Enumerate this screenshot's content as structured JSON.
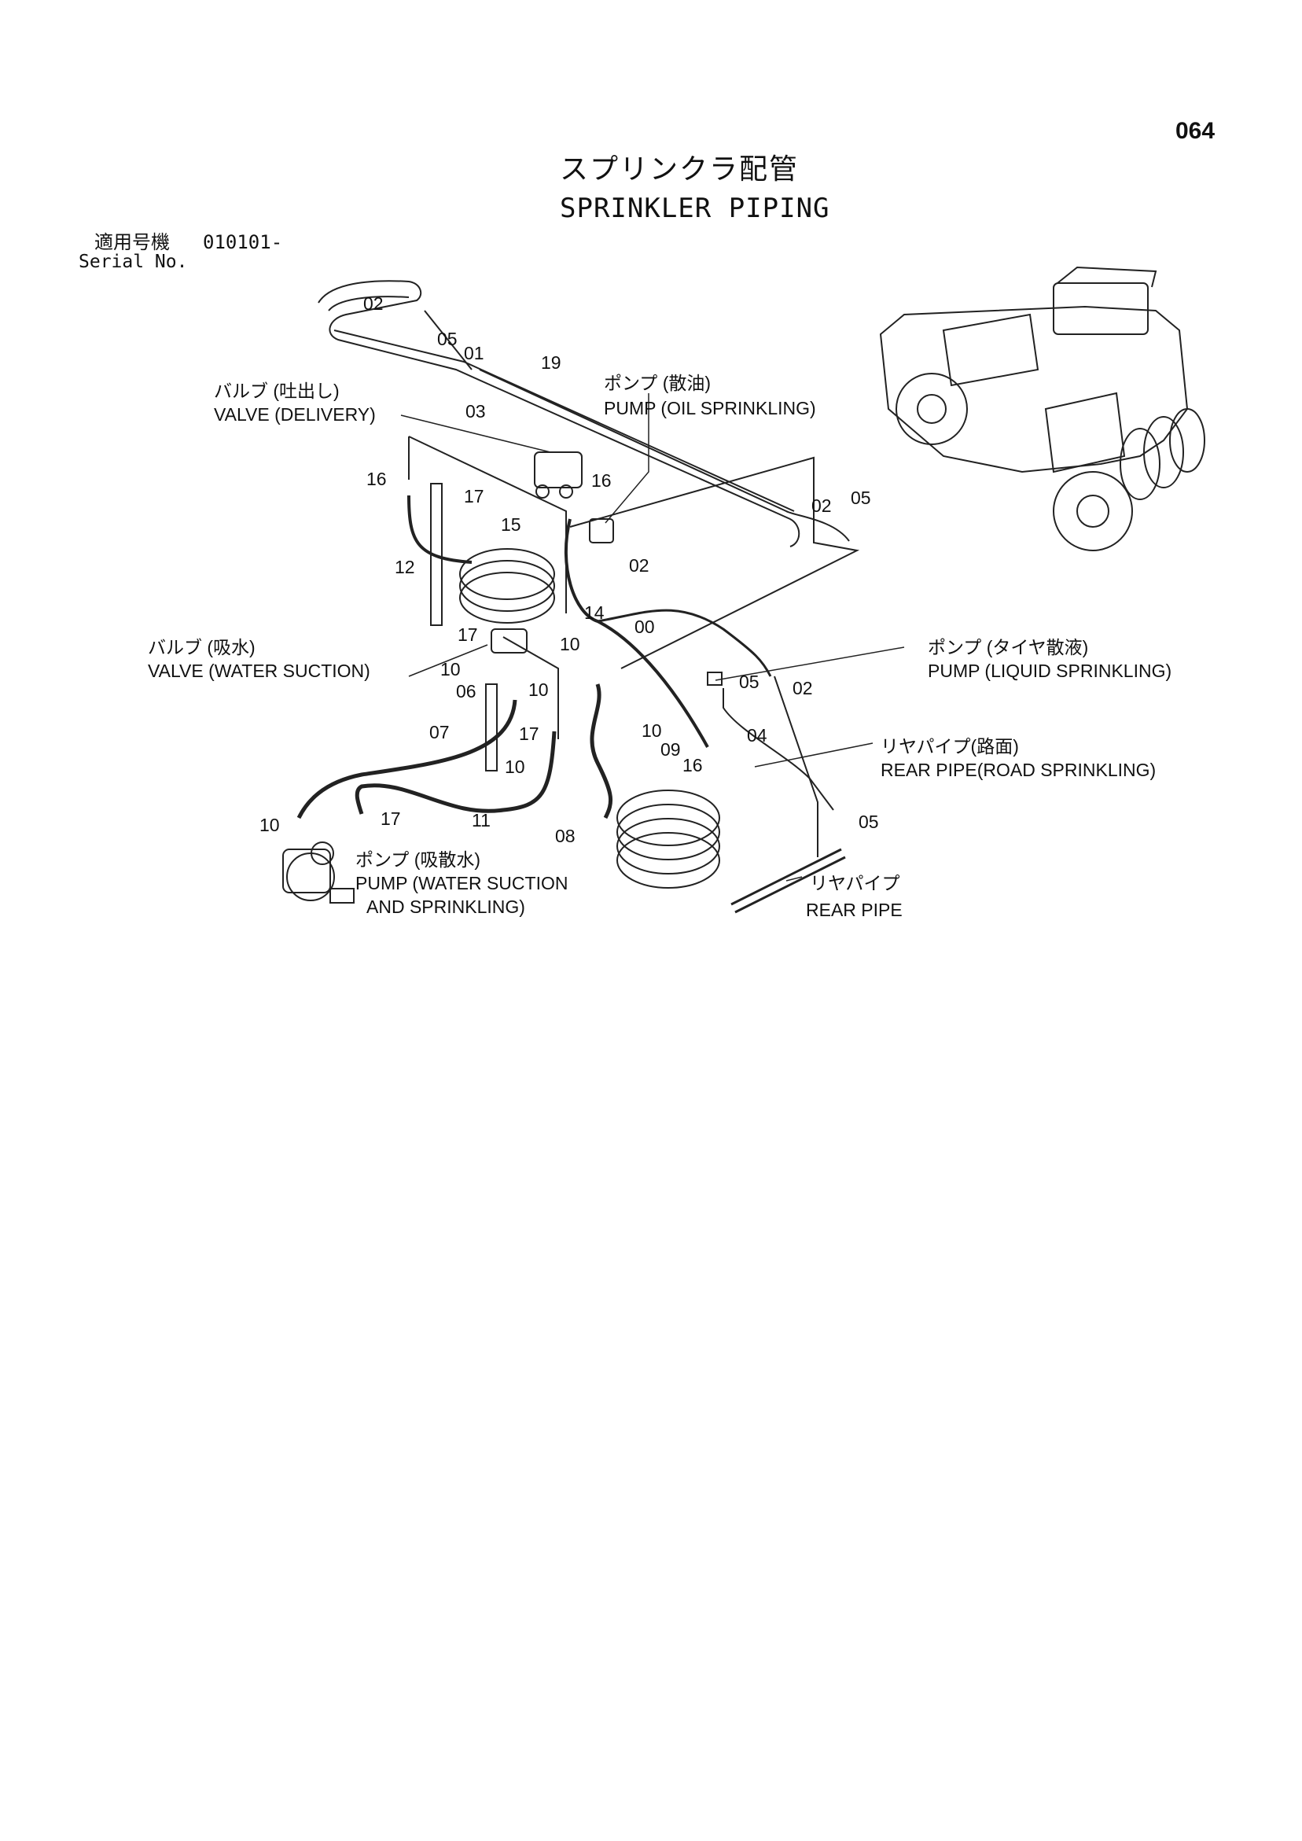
{
  "page_number": "064",
  "title_ja": "スプリンクラ配管",
  "title_en": "SPRINKLER PIPING",
  "serial": {
    "label_ja": "適用号機",
    "value": "010101-",
    "label_en": "Serial No."
  },
  "callouts": {
    "valve_delivery_ja": "バルブ (吐出し)",
    "valve_delivery_en": "VALVE (DELIVERY)",
    "pump_oil_ja": "ポンプ (散油)",
    "pump_oil_en": "PUMP (OIL SPRINKLING)",
    "valve_suction_ja": "バルブ (吸水)",
    "valve_suction_en": "VALVE (WATER SUCTION)",
    "pump_liquid_ja": "ポンプ (タイヤ散液)",
    "pump_liquid_en": "PUMP (LIQUID SPRINKLING)",
    "rear_pipe_road_ja": "リヤパイプ(路面)",
    "rear_pipe_road_en": "REAR PIPE(ROAD SPRINKLING)",
    "pump_water_ja": "ポンプ (吸散水)",
    "pump_water_en_1": "PUMP (WATER SUCTION",
    "pump_water_en_2": "AND SPRINKLING)",
    "rear_pipe_ja": "リヤパイプ",
    "rear_pipe_en": "REAR PIPE"
  },
  "part_numbers": {
    "p02_top": "02",
    "p05_top": "05",
    "p01": "01",
    "p19": "19",
    "p03": "03",
    "p16_left": "16",
    "p17_top": "17",
    "p16_right": "16",
    "p15": "15",
    "p12": "12",
    "p02_right": "02",
    "p05_right": "05",
    "p02_mid": "02",
    "p14": "14",
    "p00": "00",
    "p17_mid": "17",
    "p10_mid": "10",
    "p10_left": "10",
    "p06": "06",
    "p10_b": "10",
    "p07": "07",
    "p17_low": "17",
    "p10_c": "10",
    "p05_mid": "05",
    "p02_low": "02",
    "p04": "04",
    "p10_d": "10",
    "p09": "09",
    "p16_low": "16",
    "p10_pump": "10",
    "p17_pump": "17",
    "p11": "11",
    "p08": "08",
    "p05_low": "05"
  }
}
